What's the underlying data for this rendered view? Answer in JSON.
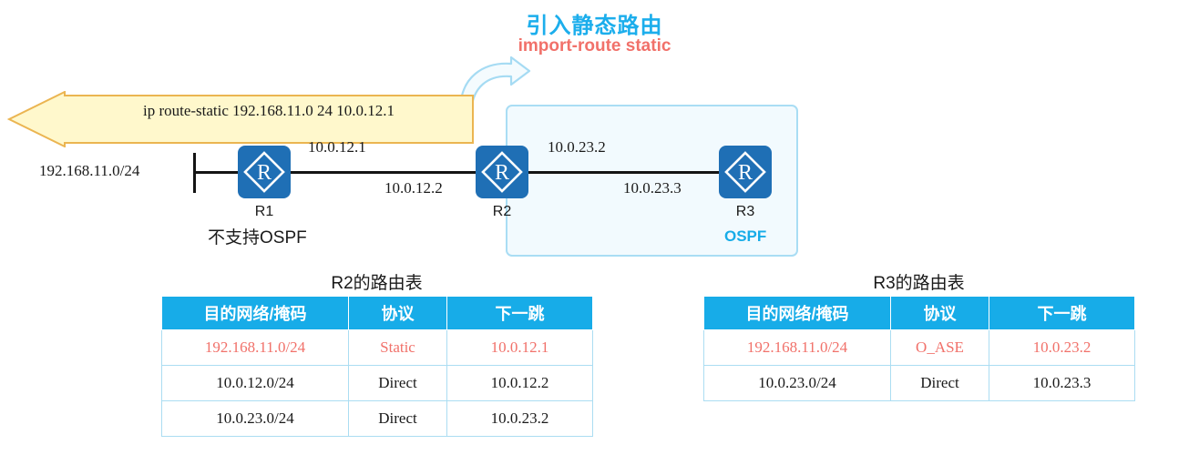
{
  "title": {
    "cn": "引入静态路由",
    "en": "import-route static"
  },
  "banner": {
    "command": "ip route-static 192.168.11.0 24 10.0.12.1",
    "fill": "#FFF8CC",
    "stroke": "#EBB551"
  },
  "region": {
    "label": "OSPF",
    "color": "#17ACE8",
    "fill": "#F2FAFE",
    "border": "#A9DDF4"
  },
  "topology": {
    "stub_network": "192.168.11.0/24",
    "routers": [
      {
        "name": "R1",
        "note": "不支持OSPF"
      },
      {
        "name": "R2",
        "note": ""
      },
      {
        "name": "R3",
        "note": ""
      }
    ],
    "interfaces": [
      {
        "id": "r1-e0",
        "address": "10.0.12.1"
      },
      {
        "id": "r2-e0",
        "address": "10.0.12.2"
      },
      {
        "id": "r2-e1",
        "address": "10.0.23.2"
      },
      {
        "id": "r3-e0",
        "address": "10.0.23.3"
      }
    ],
    "router_color": "#1F6FB5"
  },
  "tables": [
    {
      "id": "r2-routing-table",
      "title": "R2的路由表",
      "headers": [
        "目的网络/掩码",
        "协议",
        "下一跳"
      ],
      "rows": [
        {
          "cells": [
            "192.168.11.0/24",
            "Static",
            "10.0.12.1"
          ],
          "highlight": true
        },
        {
          "cells": [
            "10.0.12.0/24",
            "Direct",
            "10.0.12.2"
          ],
          "highlight": false
        },
        {
          "cells": [
            "10.0.23.0/24",
            "Direct",
            "10.0.23.2"
          ],
          "highlight": false
        }
      ]
    },
    {
      "id": "r3-routing-table",
      "title": "R3的路由表",
      "headers": [
        "目的网络/掩码",
        "协议",
        "下一跳"
      ],
      "rows": [
        {
          "cells": [
            "192.168.11.0/24",
            "O_ASE",
            "10.0.23.2"
          ],
          "highlight": true
        },
        {
          "cells": [
            "10.0.23.0/24",
            "Direct",
            "10.0.23.3"
          ],
          "highlight": false
        }
      ]
    }
  ],
  "colors": {
    "header_blue": "#17ACE8",
    "highlight_red": "#F1716A",
    "table_border": "#ABDDF2"
  }
}
